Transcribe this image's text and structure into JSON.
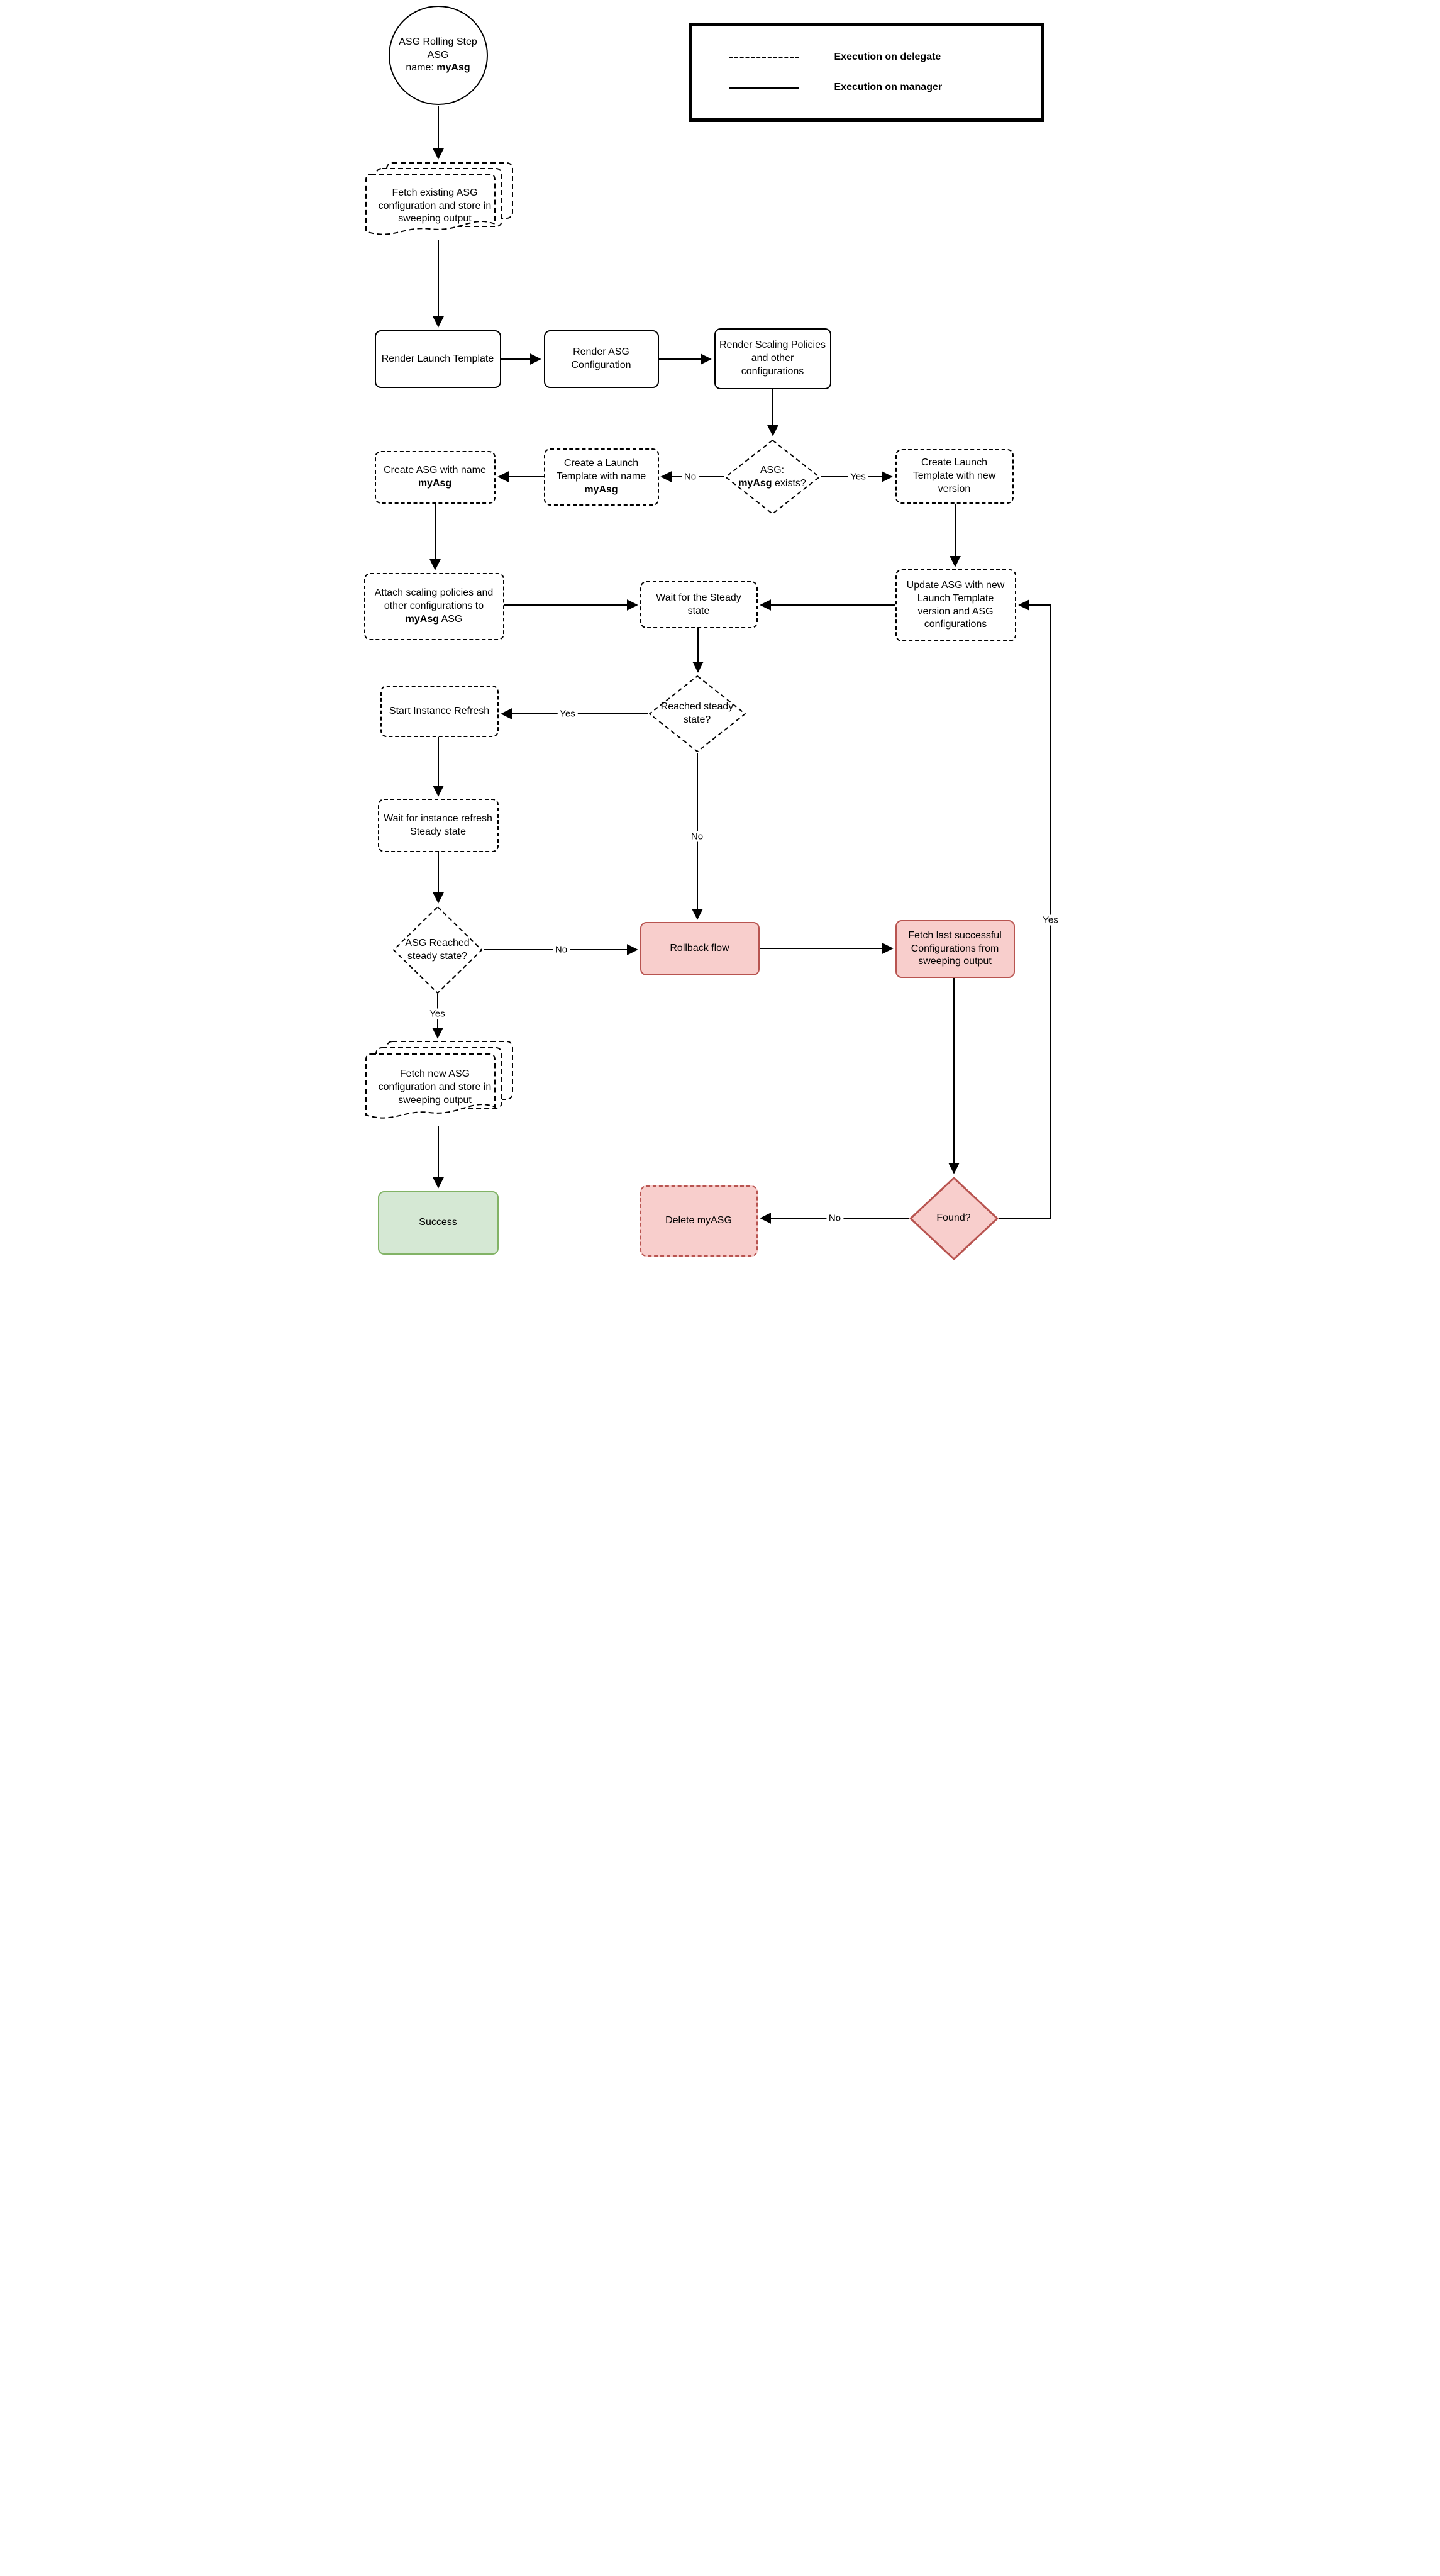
{
  "legend": {
    "delegate_label": "Execution on delegate",
    "manager_label": "Execution on manager"
  },
  "labels": {
    "yes": "Yes",
    "no": "No"
  },
  "colors": {
    "pink_fill": "#f8cecc",
    "red_border": "#b85450",
    "green_fill": "#d5e8d4",
    "green_border": "#82b366",
    "line": "#000000"
  },
  "nodes": {
    "start": {
      "line1": "ASG Rolling Step",
      "line2": "ASG",
      "line3_prefix": "name: ",
      "line3_bold": "myAsg"
    },
    "fetch_existing": {
      "text": "Fetch existing ASG configuration and store in sweeping output"
    },
    "render_launch_template": {
      "text": "Render Launch Template"
    },
    "render_asg_config": {
      "text": "Render ASG Configuration"
    },
    "render_scaling": {
      "text": "Render Scaling Policies and other configurations"
    },
    "asg_exists": {
      "line1": "ASG:",
      "line2_bold": "myAsg",
      "line2_suffix": " exists?"
    },
    "create_launch_template_myasg": {
      "prefix": "Create a Launch Template with name ",
      "bold": "myAsg"
    },
    "create_asg": {
      "prefix": "Create ASG with name ",
      "bold": "myAsg"
    },
    "create_launch_template_new": {
      "text": "Create Launch Template with new version"
    },
    "attach_scaling": {
      "prefix": "Attach scaling policies and other configurations to ",
      "bold": "myAsg",
      "suffix": " ASG"
    },
    "wait_steady": {
      "text": "Wait for the Steady state"
    },
    "update_asg": {
      "text": "Update ASG with new Launch Template version and ASG configurations"
    },
    "reached_steady": {
      "text": "Reached steady state?"
    },
    "start_instance_refresh": {
      "text": "Start Instance Refresh"
    },
    "wait_instance_refresh": {
      "text": "Wait for instance refresh Steady state"
    },
    "asg_reached_steady": {
      "text": "ASG Reached steady state?"
    },
    "rollback": {
      "text": "Rollback flow"
    },
    "fetch_last": {
      "text": "Fetch last successful Configurations from sweeping output"
    },
    "fetch_new": {
      "text": "Fetch new ASG configuration and store in sweeping output"
    },
    "success": {
      "text": "Success"
    },
    "delete_myasg": {
      "text": "Delete myASG"
    },
    "found": {
      "text": "Found?"
    }
  }
}
